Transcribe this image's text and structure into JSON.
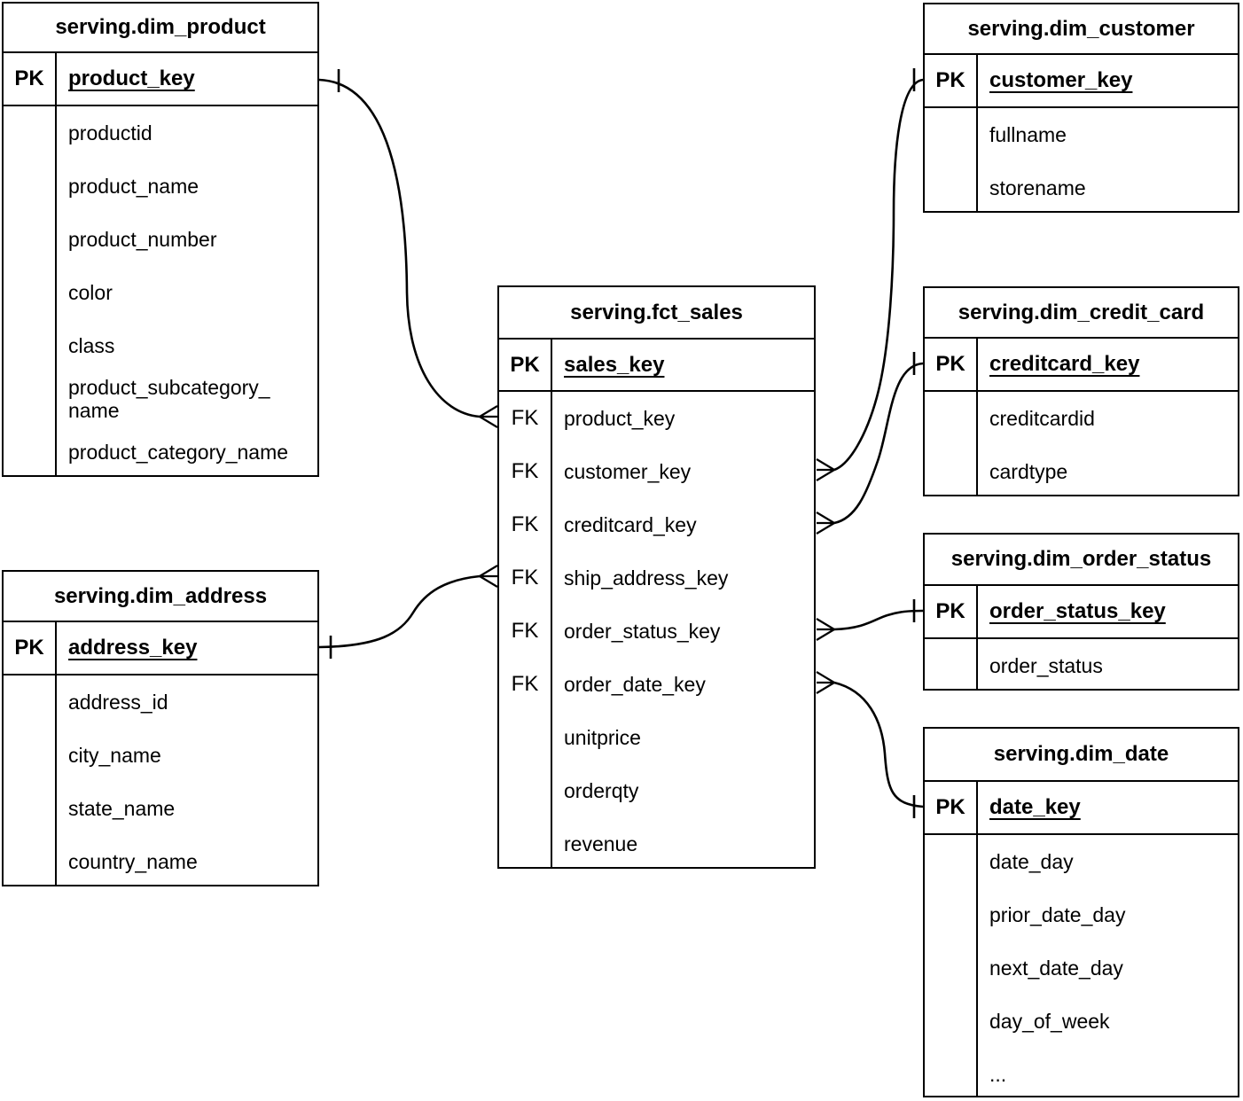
{
  "diagram": {
    "colors": {
      "line": "#000000",
      "background": "#ffffff",
      "text": "#000000"
    },
    "tables": {
      "fct_sales": {
        "title": "serving.fct_sales",
        "pk_label": "PK",
        "pk_field": "sales_key",
        "rows": [
          {
            "key": "FK",
            "name": "product_key"
          },
          {
            "key": "FK",
            "name": "customer_key"
          },
          {
            "key": "FK",
            "name": "creditcard_key"
          },
          {
            "key": "FK",
            "name": "ship_address_key"
          },
          {
            "key": "FK",
            "name": "order_status_key"
          },
          {
            "key": "FK",
            "name": "order_date_key"
          },
          {
            "key": "",
            "name": "unitprice"
          },
          {
            "key": "",
            "name": "orderqty"
          },
          {
            "key": "",
            "name": "revenue"
          }
        ]
      },
      "dim_product": {
        "title": "serving.dim_product",
        "pk_label": "PK",
        "pk_field": "product_key",
        "fields": [
          "productid",
          "product_name",
          "product_number",
          "color",
          "class",
          "product_subcategory_name",
          "product_category_name"
        ]
      },
      "dim_customer": {
        "title": "serving.dim_customer",
        "pk_label": "PK",
        "pk_field": "customer_key",
        "fields": [
          "fullname",
          "storename"
        ]
      },
      "dim_credit_card": {
        "title": "serving.dim_credit_card",
        "pk_label": "PK",
        "pk_field": "creditcard_key",
        "fields": [
          "creditcardid",
          "cardtype"
        ]
      },
      "dim_order_status": {
        "title": "serving.dim_order_status",
        "pk_label": "PK",
        "pk_field": "order_status_key",
        "fields": [
          "order_status"
        ]
      },
      "dim_date": {
        "title": "serving.dim_date",
        "pk_label": "PK",
        "pk_field": "date_key",
        "fields": [
          "date_day",
          "prior_date_day",
          "next_date_day",
          "day_of_week",
          "..."
        ]
      },
      "dim_address": {
        "title": "serving.dim_address",
        "pk_label": "PK",
        "pk_field": "address_key",
        "fields": [
          "address_id",
          "city_name",
          "state_name",
          "country_name"
        ]
      }
    },
    "relationships": [
      {
        "from": "serving.fct_sales.product_key",
        "to": "serving.dim_product.product_key",
        "cardinality": "many-to-one"
      },
      {
        "from": "serving.fct_sales.ship_address_key",
        "to": "serving.dim_address.address_key",
        "cardinality": "many-to-one"
      },
      {
        "from": "serving.fct_sales.customer_key",
        "to": "serving.dim_customer.customer_key",
        "cardinality": "many-to-one"
      },
      {
        "from": "serving.fct_sales.creditcard_key",
        "to": "serving.dim_credit_card.creditcard_key",
        "cardinality": "many-to-one"
      },
      {
        "from": "serving.fct_sales.order_status_key",
        "to": "serving.dim_order_status.order_status_key",
        "cardinality": "many-to-one"
      },
      {
        "from": "serving.fct_sales.order_date_key",
        "to": "serving.dim_date.date_key",
        "cardinality": "many-to-one"
      }
    ]
  }
}
